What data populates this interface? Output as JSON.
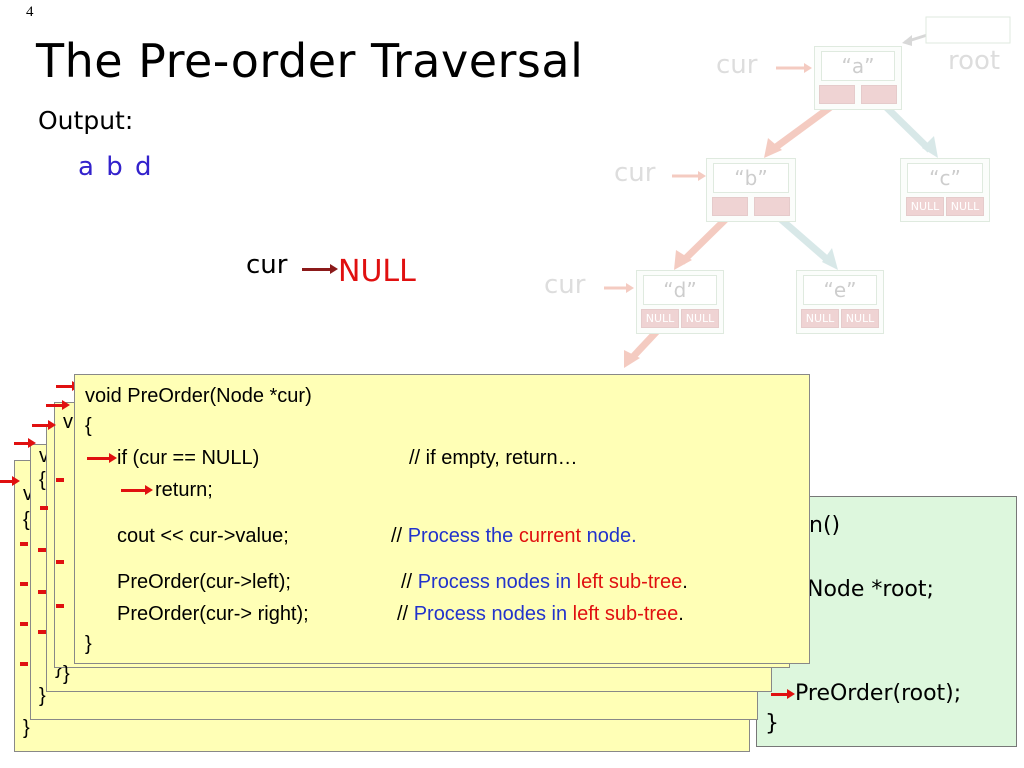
{
  "slide_number": "4",
  "title": "The Pre-order Traversal",
  "output": {
    "label": "Output:",
    "value": "a b d"
  },
  "cur_label": "cur",
  "null_label": "NULL",
  "tree": {
    "root_label": "root",
    "cur_label": "cur",
    "nodes": {
      "a": {
        "value": "“a”"
      },
      "b": {
        "value": "“b”"
      },
      "c": {
        "value": "“c”",
        "left": "NULL",
        "right": "NULL"
      },
      "d": {
        "value": "“d”",
        "left": "NULL",
        "right": "NULL"
      },
      "e": {
        "value": "“e”",
        "left": "NULL",
        "right": "NULL"
      }
    }
  },
  "main_code": {
    "line1": "n()",
    "line2": "Node *root;",
    "line3": "PreOrder(root);",
    "line4": "}"
  },
  "stack_code": {
    "sig": "void PreOrder(Node *cur)",
    "open": "{",
    "if_line": "if (cur == NULL)",
    "if_comment": "// if empty, return…",
    "return_line": "return;",
    "cout_line": "cout << cur->value;",
    "c1_slash": "//",
    "c1_blue": "Process the",
    "c1_red": "current",
    "c1_tail": "node.",
    "left_line": "PreOrder(cur->left);",
    "c2_slash": "//",
    "c2_blue": "Process nodes in",
    "c2_red": "left sub-tree",
    "right_line": "PreOrder(cur-> right);",
    "c3_slash": "//",
    "c3_blue": "Process nodes in",
    "c3_red": "left sub-tree",
    "period": ".",
    "close": "}",
    "frag_v": "v",
    "frag_vo": "vo",
    "frag_brace": "{"
  },
  "colors": {
    "frame_bg": "#ffffb6",
    "main_bg": "#ddf7dd",
    "arrow_red": "#e01010",
    "output_blue": "#3322cc"
  }
}
